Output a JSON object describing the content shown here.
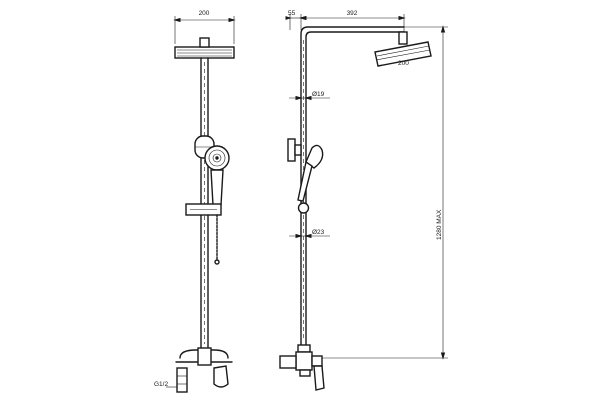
{
  "front_view": {
    "head_width": "200",
    "inlet_thread": "G1/2"
  },
  "side_view": {
    "wall_offset": "55",
    "arm_length": "392",
    "head_size": "200",
    "upper_pipe_diameter": "Ø19",
    "lower_pipe_diameter": "Ø23",
    "max_height": "1280 MAX"
  }
}
